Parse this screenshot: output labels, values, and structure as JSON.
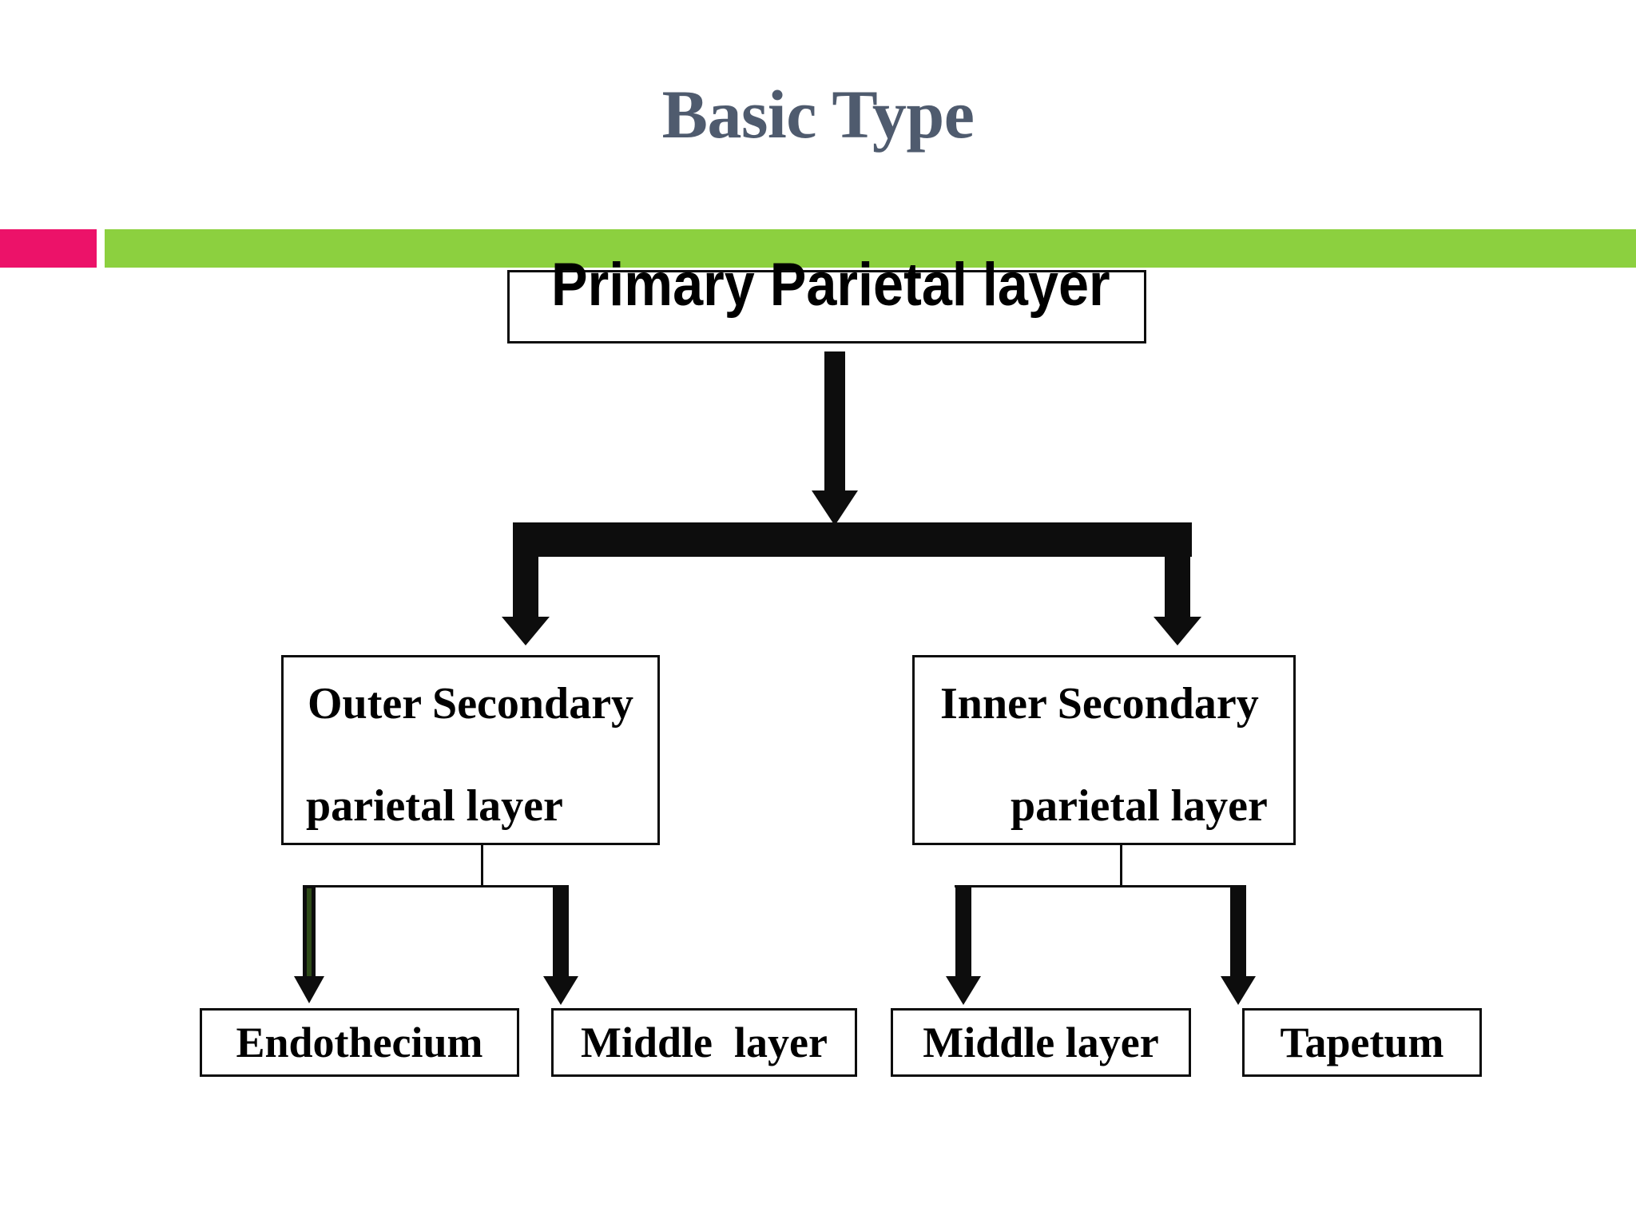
{
  "slide": {
    "title": "Basic Type",
    "title_color": "#4F5B6E",
    "background": "#ffffff"
  },
  "divider": {
    "accent_color": "#EC1269",
    "bar_color": "#8CD03F"
  },
  "diagram": {
    "type": "flowchart",
    "root": {
      "label": "Primary Parietal layer"
    },
    "level2": [
      {
        "line1": "Outer Secondary",
        "line2": "parietal layer"
      },
      {
        "line1": "Inner Secondary",
        "line2": "parietal layer"
      }
    ],
    "level3": [
      {
        "label": "Endothecium"
      },
      {
        "label": "Middle  layer"
      },
      {
        "label": "Middle layer"
      },
      {
        "label": "Tapetum"
      }
    ],
    "connector_color": "#0d0d0d",
    "endothecium_arrow_core_color": "#2e4a18"
  }
}
